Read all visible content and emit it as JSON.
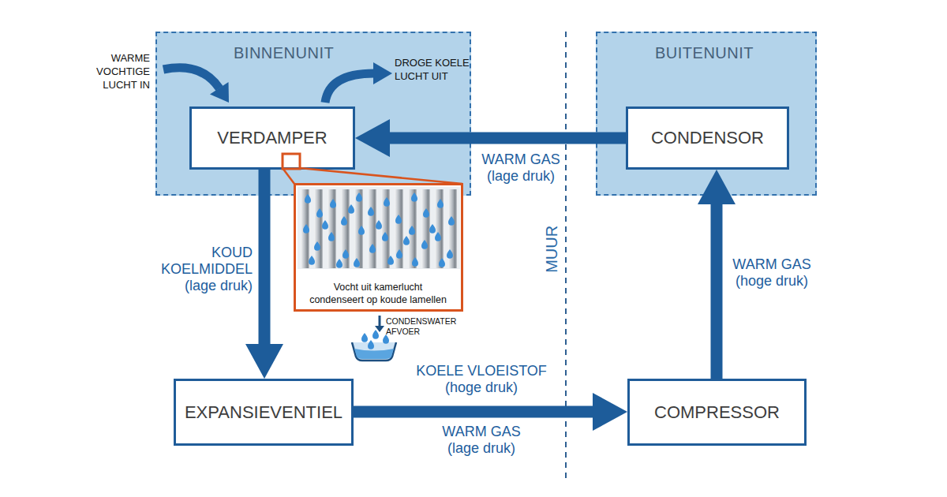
{
  "diagram": {
    "nodes": [
      {
        "text": [
          "BINNENUNIT"
        ]
      },
      {
        "text": [
          "VERDAMPER"
        ],
        "in": 0
      },
      {
        "text": [
          "BUITENUNIT"
        ]
      },
      {
        "text": [
          "CONDENSOR"
        ],
        "in": 2
      },
      {
        "text": [
          "Vocht uit kamerlucht condenseert op koude lamellen"
        ]
      },
      {
        "text": [
          "EXPANSIEVENTIEL"
        ]
      },
      {
        "text": [
          "COMPRESSOR"
        ]
      }
    ],
    "edges": [
      {
        "from": 3,
        "to": 1,
        "arrow": "to",
        "label": "WARM GAS (lage druk)"
      },
      {
        "from": 1,
        "to": 5,
        "arrow": "to",
        "label": "KOUD KOELMIDDEL (lage druk)"
      },
      {
        "from": 5,
        "to": 6,
        "arrow": "to",
        "label": "KOELE VLOEISTOF (hoge druk)"
      },
      {
        "from": 6,
        "to": 3,
        "arrow": "to",
        "label": "WARM GAS (hoge druk)"
      }
    ],
    "labels": [
      "WARME VOCHTIGE LUCHT IN",
      "DROGE KOELE LUCHT UIT",
      "MUUR",
      "WARM GAS (lage druk)",
      "CONDENSWATER AFVOER"
    ]
  }
}
